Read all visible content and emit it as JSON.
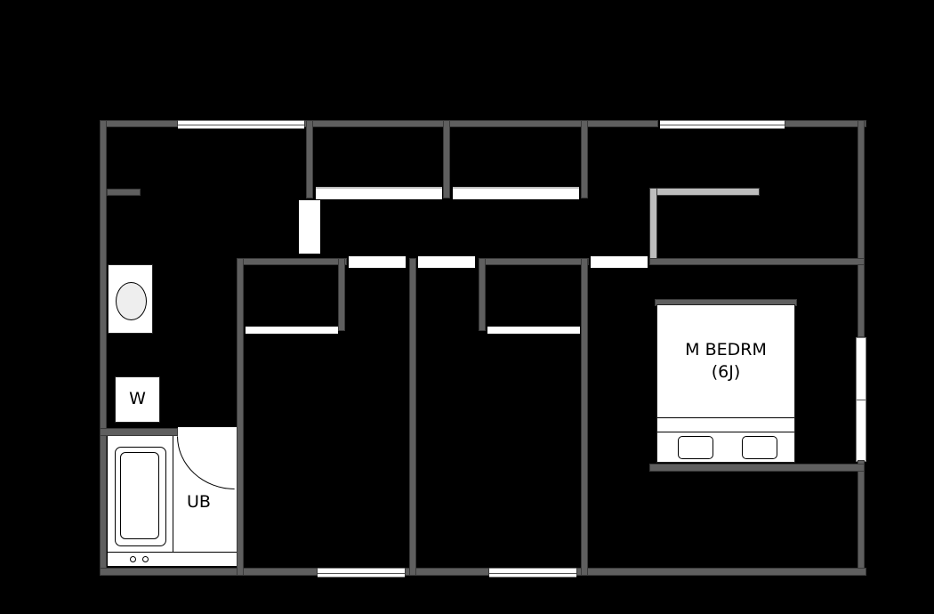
{
  "plan": {
    "rooms": [
      {
        "id": "m-bedrm",
        "label_line1": "M  BEDRM",
        "label_line2": "(6J)"
      },
      {
        "id": "ub",
        "label": "UB"
      },
      {
        "id": "washer",
        "label": "W"
      }
    ],
    "colors": {
      "background": "#000000",
      "wall": "#5f5f5f",
      "wall_light": "#bdbdbd",
      "fixture": "#ffffff",
      "line": "#000000"
    }
  }
}
